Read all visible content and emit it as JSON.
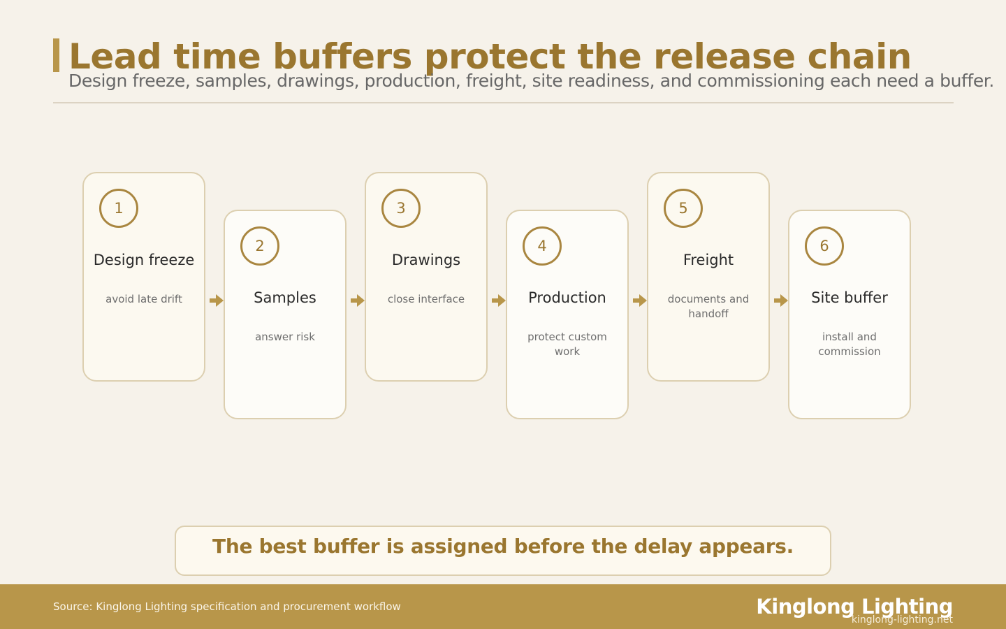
{
  "header": {
    "title": "Lead time buffers protect the release chain",
    "subtitle": "Design freeze, samples, drawings, production, freight, site readiness, and commissioning each need a buffer."
  },
  "steps": [
    {
      "number": "1",
      "title": "Design freeze",
      "description": "avoid late drift"
    },
    {
      "number": "2",
      "title": "Samples",
      "description": "answer risk"
    },
    {
      "number": "3",
      "title": "Drawings",
      "description": "close interface"
    },
    {
      "number": "4",
      "title": "Production",
      "description": "protect custom work"
    },
    {
      "number": "5",
      "title": "Freight",
      "description": "documents and handoff"
    },
    {
      "number": "6",
      "title": "Site buffer",
      "description": "install and commission"
    }
  ],
  "callout": {
    "text": "The best buffer is assigned before the delay appears."
  },
  "footer": {
    "source": "Source: Kinglong Lighting specification and procurement workflow",
    "brand": "Kinglong Lighting",
    "url": "kinglong-lighting.net"
  },
  "colors": {
    "accent": "#b8964a",
    "title": "#9a762f",
    "background": "#f6f2ea"
  },
  "icons": {
    "connector": "arrow-right-icon"
  }
}
